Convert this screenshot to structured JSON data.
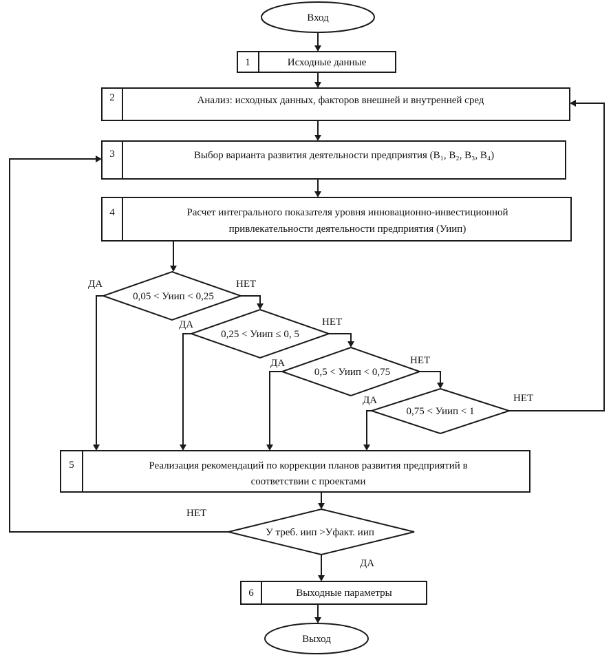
{
  "diagram": {
    "start": "Вход",
    "end": "Выход",
    "blocks": [
      {
        "num": "1",
        "lines": [
          "Исходные данные"
        ]
      },
      {
        "num": "2",
        "lines": [
          "Анализ: исходных данных, факторов внешней и внутренней сред"
        ]
      },
      {
        "num": "3",
        "lines": [
          "Выбор варианта развития деятельности предприятия (B₁, B₂, B₃, B₄)"
        ]
      },
      {
        "num": "4",
        "lines": [
          "Расчет интегрального показателя уровня инновационно-инвестиционной",
          "привлекательности деятельности предприятия (Уиип)"
        ]
      },
      {
        "num": "5",
        "lines": [
          "Реализация рекомендаций по коррекции планов развития предприятий в",
          "соответствии с проектами"
        ]
      },
      {
        "num": "6",
        "lines": [
          "Выходные параметры"
        ]
      }
    ],
    "decisions": [
      {
        "condition": "0,05 < Уиип < 0,25",
        "yes": "ДА",
        "no": "НЕТ"
      },
      {
        "condition": "0,25 < Уиип ≤ 0, 5",
        "yes": "ДА",
        "no": "НЕТ"
      },
      {
        "condition": "0,5 < Уиип < 0,75",
        "yes": "ДА",
        "no": "НЕТ"
      },
      {
        "condition": "0,75 < Уиип < 1",
        "yes": "ДА",
        "no": "НЕТ"
      },
      {
        "condition": "У треб. иип >Уфакт. иип",
        "yes": "ДА",
        "no": "НЕТ"
      }
    ]
  }
}
